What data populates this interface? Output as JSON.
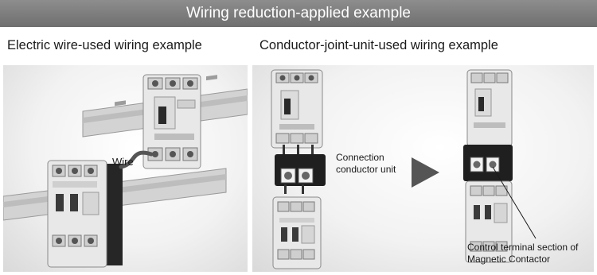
{
  "banner": {
    "title": "Wiring reduction-applied example"
  },
  "left_panel": {
    "caption": "Electric wire-used wiring example",
    "wire_label": "Wire"
  },
  "right_panel": {
    "caption": "Conductor-joint-unit-used wiring example",
    "connection_label_line1": "Connection",
    "connection_label_line2": "conductor unit",
    "control_label_line1": "Control terminal section of",
    "control_label_line2": "Magnetic Contactor"
  },
  "colors": {
    "banner": "#7d7d7d",
    "device_body": "#e6e6e6",
    "rail": "#cfcfcf",
    "conductor_unit": "#1f1f1f",
    "arrow": "#555555"
  },
  "icons": {
    "process_arrow": "triangle-right-icon"
  }
}
